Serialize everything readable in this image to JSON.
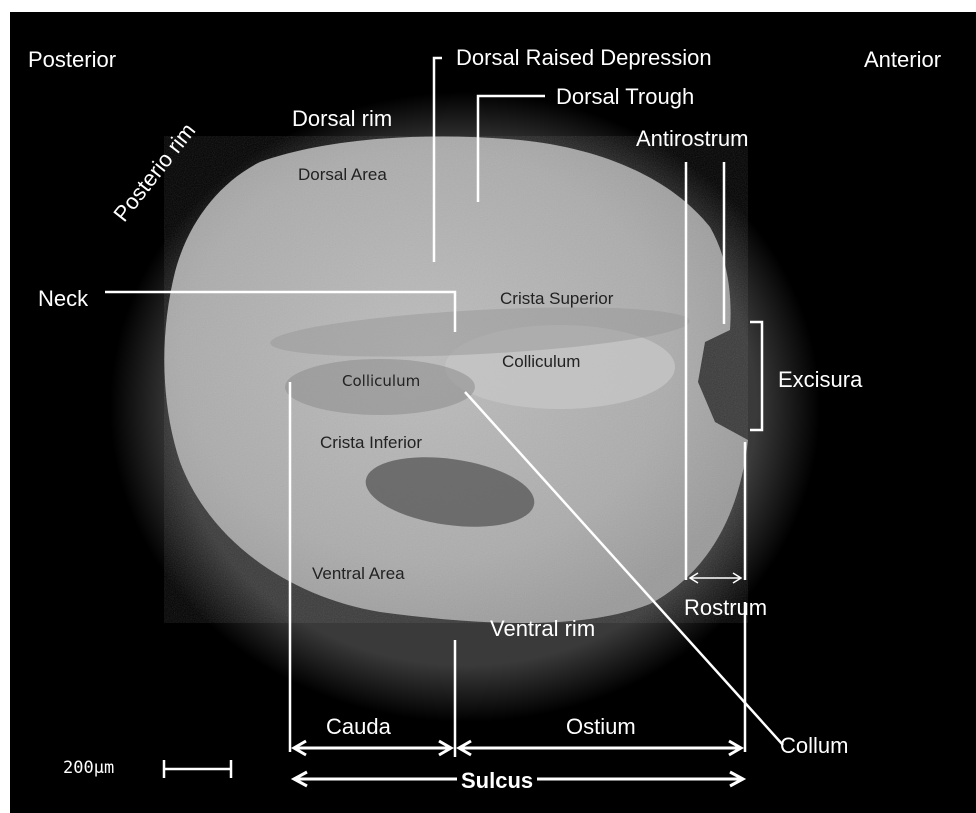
{
  "orientation": {
    "left": "Posterior",
    "right": "Anterior"
  },
  "labels": {
    "dorsal_raised_depression": "Dorsal Raised Depression",
    "dorsal_trough": "Dorsal Trough",
    "dorsal_rim": "Dorsal  rim",
    "antirostrum": "Antirostrum",
    "posterio_rim": "Posterio rim",
    "neck": "Neck",
    "excisura": "Excisura",
    "rostrum": "Rostrum",
    "ventral_rim": "Ventral rim",
    "collum": "Collum",
    "cauda": "Cauda",
    "ostium": "Ostium",
    "sulcus": "Sulcus"
  },
  "surface_labels": {
    "dorsal_area": "Dorsal Area",
    "crista_superior": "Crista Superior",
    "colliculum_posterior": "Colliculum",
    "colliculum_anterior": "Colliculum",
    "crista_inferior": "Crista Inferior",
    "ventral_area": "Ventral Area"
  },
  "scale_bar": {
    "label": "200µm"
  },
  "colors": {
    "background": "#000000",
    "specimen": "#b4b4b4",
    "annotation": "#ffffff",
    "surface_text": "#222222"
  }
}
